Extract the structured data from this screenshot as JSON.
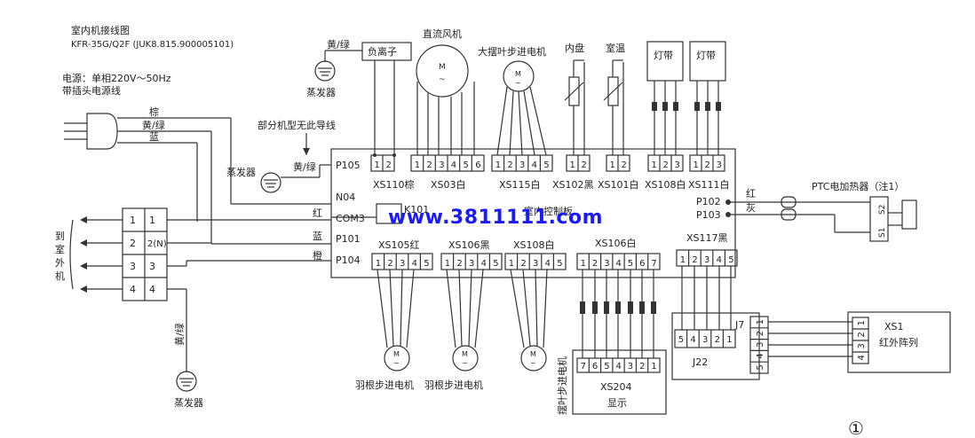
{
  "title": {
    "line1": "室内机接线图",
    "line2": "KFR-35G/Q2F (JUK8.815.900005101)"
  },
  "power": {
    "line1": "电源：单相220V～50Hz",
    "line2": "带插头电源线"
  },
  "plug_wires": {
    "brown": "棕",
    "yellow_green": "黄/绿",
    "blue": "蓝"
  },
  "note_some_models": "部分机型无此导线",
  "evaporator": "蒸发器",
  "yellow_green": "黄/绿",
  "neg_ion": "负离子",
  "dc_fan": "直流风机",
  "big_swing_motor": "大摆叶步进电机",
  "inner_coil": "内盘",
  "room_temp": "室温",
  "light_strip": "灯带",
  "motor_letter": "M",
  "tilde": "~",
  "board": {
    "label": "室内控制板",
    "relay": "K101",
    "left_terminals": [
      "P105",
      "N04",
      "COM3",
      "P101",
      "P104"
    ],
    "left_wire_colors": [
      "黄/绿",
      "",
      "红",
      "蓝",
      "橙"
    ],
    "right_terminals": [
      "P102",
      "P103"
    ],
    "right_wire_colors": [
      "红",
      "灰"
    ]
  },
  "top_connectors": [
    {
      "name": "XS110棕",
      "pins": [
        "1",
        "2"
      ]
    },
    {
      "name": "XS03白",
      "pins": [
        "1",
        "2",
        "3",
        "4",
        "5",
        "6"
      ]
    },
    {
      "name": "XS115白",
      "pins": [
        "1",
        "2",
        "3",
        "4",
        "5"
      ]
    },
    {
      "name": "XS102黑",
      "pins": [
        "1",
        "2"
      ]
    },
    {
      "name": "XS101白",
      "pins": [
        "1",
        "2"
      ]
    },
    {
      "name": "XS108白",
      "pins": [
        "1",
        "2",
        "3"
      ]
    },
    {
      "name": "XS111白",
      "pins": [
        "1",
        "2",
        "3"
      ]
    }
  ],
  "bottom_connectors": [
    {
      "name": "XS105红",
      "pins": [
        "1",
        "2",
        "3",
        "4",
        "5"
      ]
    },
    {
      "name": "XS106黑",
      "pins": [
        "1",
        "2",
        "3",
        "4",
        "5"
      ]
    },
    {
      "name": "XS108白",
      "pins": [
        "1",
        "2",
        "3",
        "4",
        "5"
      ]
    },
    {
      "name": "XS106白",
      "pins": [
        "1",
        "2",
        "3",
        "4",
        "5",
        "6",
        "7"
      ]
    },
    {
      "name": "XS117黑",
      "pins": [
        "1",
        "2",
        "3",
        "4",
        "5"
      ]
    }
  ],
  "terminal_block": {
    "left": [
      "1",
      "2",
      "3",
      "4"
    ],
    "right": [
      "1",
      "2(N)",
      "3",
      "4"
    ]
  },
  "outdoor_label": [
    "到",
    "室",
    "外",
    "机"
  ],
  "feather_motor_1": "羽根步进电机",
  "feather_motor_2": "羽根步进电机",
  "swing_vane_motor": "摆叶步进电机",
  "display": {
    "name": "XS204",
    "label": "显示",
    "pins": [
      "7",
      "6",
      "5",
      "4",
      "3",
      "2",
      "1"
    ]
  },
  "j22": {
    "name": "J22",
    "pins": [
      "5",
      "4",
      "3",
      "2",
      "1"
    ]
  },
  "j7": {
    "name": "J7",
    "pins": [
      "1",
      "2",
      "3",
      "4",
      "5"
    ]
  },
  "ir": {
    "name": "XS1",
    "label": "红外阵列",
    "pins": [
      "1",
      "2",
      "3",
      "4"
    ]
  },
  "ptc": {
    "label": "PTC电加热器（注1）",
    "s1": "S1",
    "s2": "S2"
  },
  "watermark": "www.3811111.com",
  "page_number": "①",
  "colors": {
    "line": "#333333",
    "watermark": "#1a1aff",
    "background": "#ffffff"
  }
}
